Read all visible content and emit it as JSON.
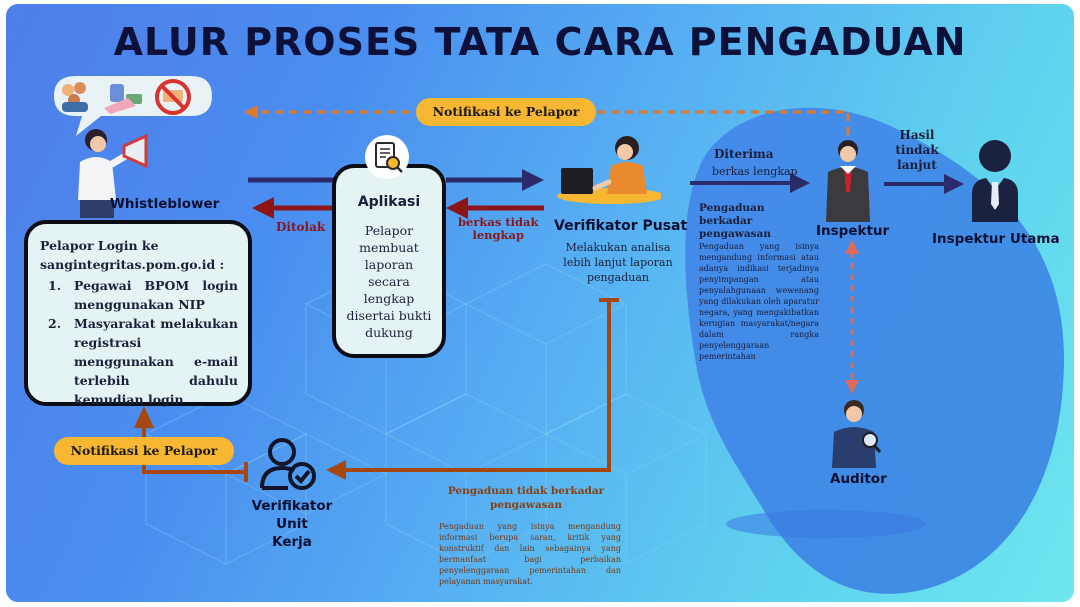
{
  "title": "ALUR PROSES TATA CARA PENGADUAN",
  "colors": {
    "title": "#0d1038",
    "navy_arrow": "#2b2a6b",
    "red_arrow": "#8c1518",
    "orange_arrow": "#e0782a",
    "brown_arrow": "#a5470e",
    "pill": "#f7b733",
    "box_fill": "#e4f4f5"
  },
  "nodes": {
    "whistleblower": {
      "label": "Whistleblower"
    },
    "aplikasi": {
      "title": "Aplikasi",
      "text": "Pelapor membuat laporan secara lengkap disertai bukti dukung"
    },
    "verifikator_pusat": {
      "label": "Verifikator Pusat",
      "text": "Melakukan analisa lebih lanjut laporan pengaduan"
    },
    "inspektur": {
      "label": "Inspektur"
    },
    "inspektur_utama": {
      "label": "Inspektur Utama"
    },
    "auditor": {
      "label": "Auditor"
    },
    "verifikator_unit": {
      "label_line1": "Verifikator Unit",
      "label_line2": "Kerja"
    }
  },
  "login_box": {
    "intro_line1": "Pelapor Login ke",
    "intro_line2": "sangintegritas.pom.go.id :",
    "items": [
      {
        "num": "1.",
        "text": "Pegawai BPOM login menggunakan NIP"
      },
      {
        "num": "2.",
        "text": "Masyarakat melakukan registrasi menggunakan e-mail terlebih dahulu kemudian login"
      }
    ]
  },
  "pills": {
    "top": "Notifikasi ke Pelapor",
    "bottom": "Notifikasi ke Pelapor"
  },
  "edge_labels": {
    "ditolak": "Ditolak",
    "berkas_tidak_lengkap_1": "berkas tidak",
    "berkas_tidak_lengkap_2": "lengkap",
    "diterima": "Diterima",
    "berkas_lengkap": "berkas lengkap",
    "hasil_1": "Hasil",
    "hasil_2": "tindak",
    "hasil_3": "lanjut"
  },
  "berkadar": {
    "heading_1": "Pengaduan berkadar",
    "heading_2": "pengawasan",
    "text": "Pengaduan yang isinya mengandung informasi atau adanya indikasi terjadinya penyimpangan atau penyalahgunaan wewenang yang dilakukan oleh aparatur negara, yang mengakibatkan kerugian masyarakat/negara dalam rangka penyelenggaraan pemerintahan"
  },
  "tidak_berkadar": {
    "heading_1": "Pengaduan tidak berkadar",
    "heading_2": "pengawasan",
    "text": "Pengaduan yang isinya mengandung informasi berupa saran, kritik yang konstruktif dan lain sebagainya yang bermanfaat bagi perbaikan penyelenggaraan pemerintahan dan pelayanan masyarakat."
  }
}
